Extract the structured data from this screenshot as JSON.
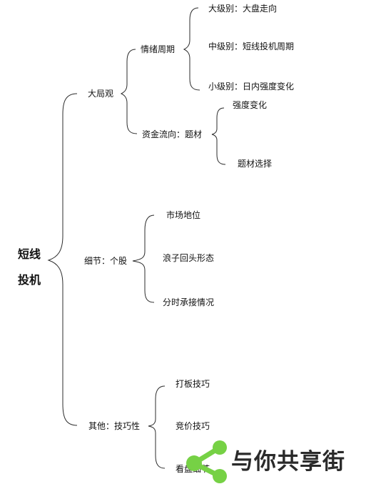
{
  "root": {
    "line1": "短线",
    "line2": "投机"
  },
  "branches": {
    "big_picture": {
      "label": "大局观",
      "emotion_cycle": {
        "label": "情绪周期",
        "large": "大级别：大盘走向",
        "medium": "中级别：短线投机周期",
        "small": "小级别：日内强度变化"
      },
      "capital_flow": {
        "label": "资金流向：题材",
        "strength": "强度变化",
        "theme_selection": "题材选择"
      }
    },
    "details": {
      "label": "细节：个股",
      "market_position": "市场地位",
      "pullback_pattern": "浪子回头形态",
      "intraday_support": "分时承接情况"
    },
    "other": {
      "label": "其他：技巧性",
      "limit_up": "打板技巧",
      "auction": "竞价技巧",
      "watching": "看盘细节"
    }
  },
  "watermark": {
    "text": "与你共享街",
    "icon": "share-icon",
    "colors": {
      "icon_green": "#76d145",
      "text_dark": "#2a2a2a"
    }
  },
  "colors": {
    "line": "#2b2b2b",
    "text": "#111111",
    "background": "#ffffff"
  }
}
